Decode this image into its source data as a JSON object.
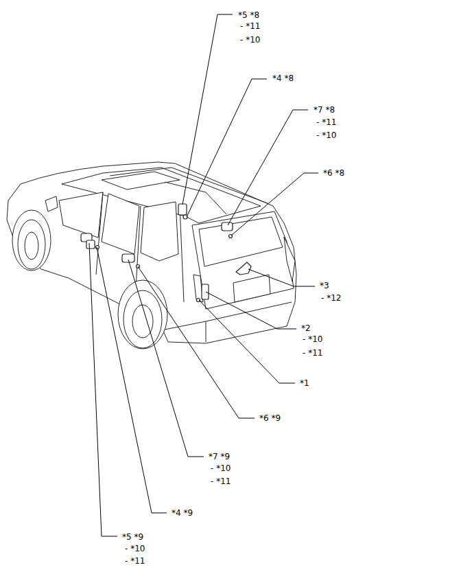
{
  "diagram": {
    "labels": [
      "*5 *8",
      "- *11",
      "- *10",
      "*4 *8",
      "*7 *8",
      "- *11",
      "- *10",
      "*6 *8",
      "*3",
      "- *12",
      "*2",
      "- *10",
      "- *11",
      "*1",
      "*6 *9",
      "*7 *9",
      "- *10",
      "- *11",
      "*4 *9",
      "*5 *9",
      "- *10",
      "- *11"
    ]
  }
}
